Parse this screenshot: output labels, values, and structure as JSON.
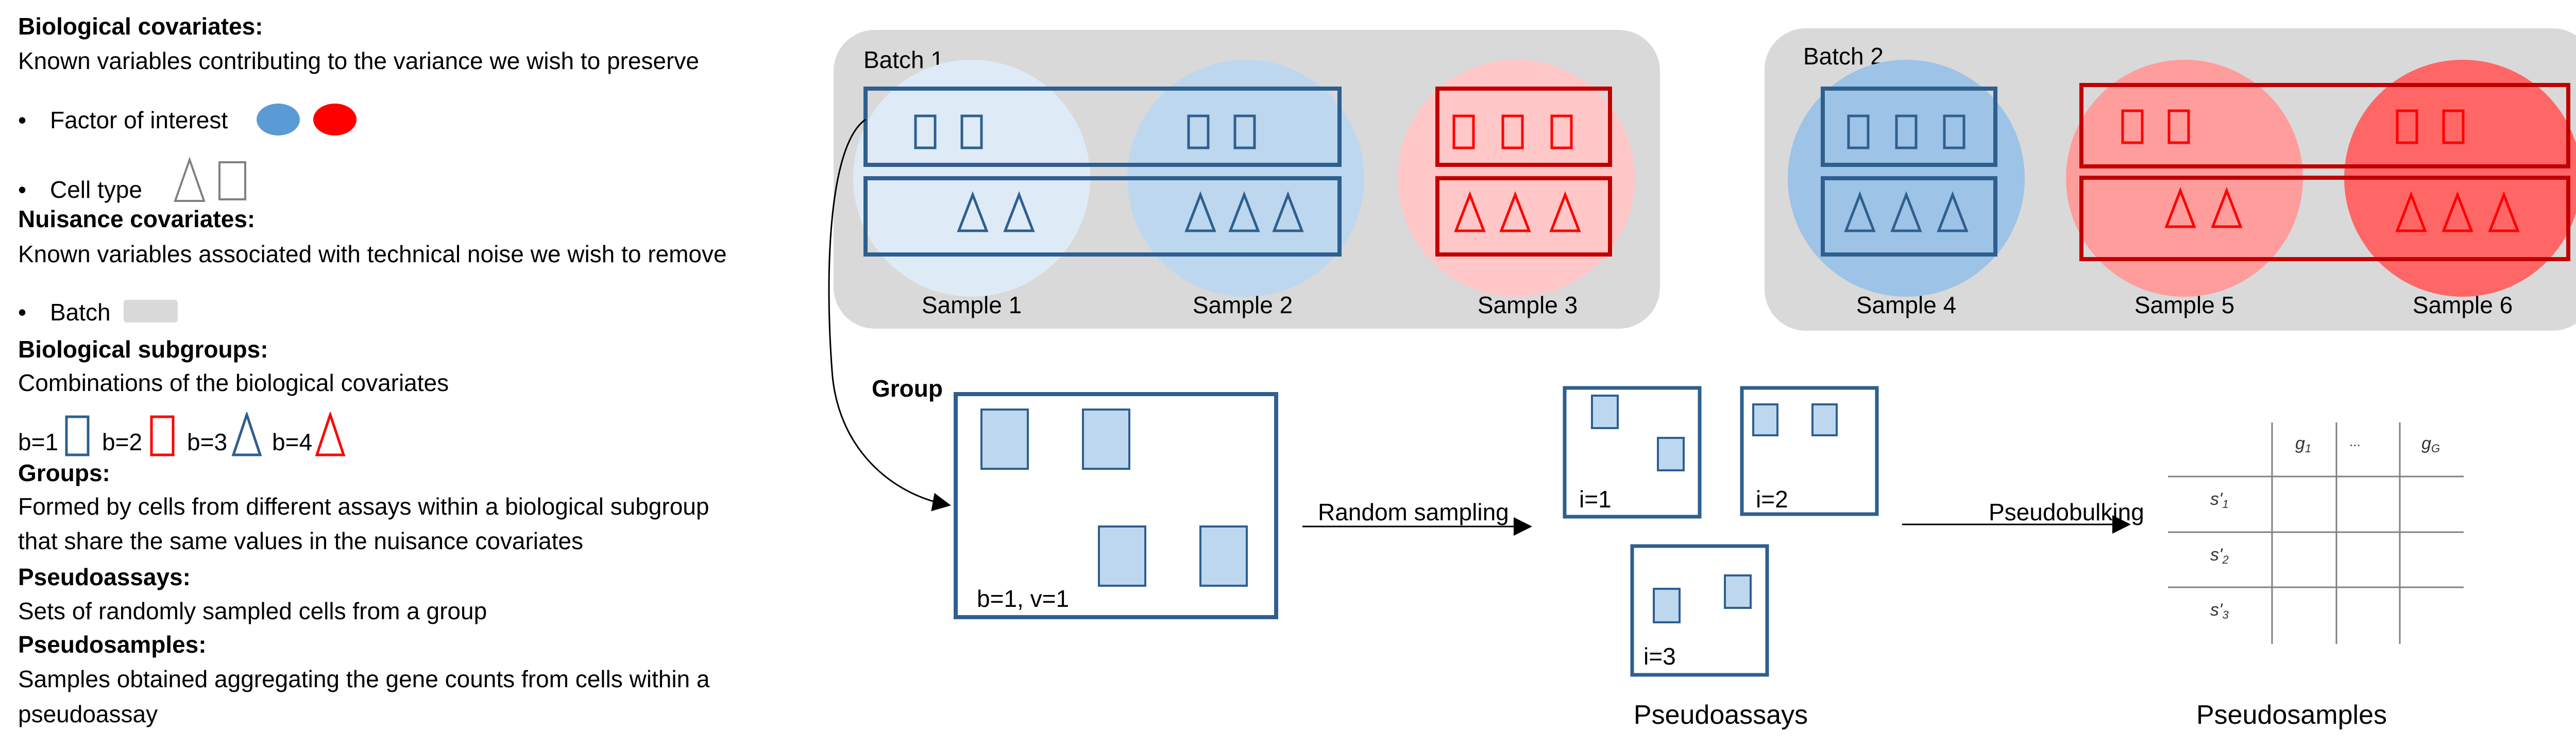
{
  "legend": {
    "bio_cov_title": "Biological covariates:",
    "bio_cov_desc": "Known variables contributing to the variance we wish to preserve",
    "factor_label": "Factor of interest",
    "cell_type_label": "Cell type",
    "nuis_title": "Nuisance covariates:",
    "nuis_desc": "Known variables associated with technical noise we wish to remove",
    "batch_label": "Batch",
    "subgroups_title": "Biological subgroups:",
    "subgroups_desc": "Combinations of the biological covariates",
    "b1": "b=1",
    "b2": "b=2",
    "b3": "b=3",
    "b4": "b=4",
    "groups_title": "Groups:",
    "groups_desc1": "Formed by cells from different assays within a biological subgroup",
    "groups_desc2": "that share  the same values in the nuisance covariates",
    "pa_title": "Pseudoassays:",
    "pa_desc": "Sets of randomly sampled cells from a group",
    "ps_title": "Pseudosamples:",
    "ps_desc1": "Samples obtained aggregating the gene counts from cells within a",
    "ps_desc2": "pseudoassay"
  },
  "batches": {
    "batch1": "Batch 1",
    "batch2": "Batch 2"
  },
  "samples": [
    "Sample 1",
    "Sample 2",
    "Sample 3",
    "Sample 4",
    "Sample 5",
    "Sample 6"
  ],
  "group": {
    "title": "Group",
    "label": "b=1, v=1"
  },
  "steps": {
    "sampling": "Random sampling",
    "bulking": "Pseudobulking"
  },
  "pseudoassays": {
    "title": "Pseudoassays",
    "items": [
      "i=1",
      "i=2",
      "i=3"
    ]
  },
  "pseudosamples": {
    "title": "Pseudosamples",
    "col_1": "g",
    "col_1_sub": "1",
    "col_ellipsis": "...",
    "col_G": "g",
    "col_G_sub": "G",
    "row_1": "s'",
    "row_1_sub": "1",
    "row_2": "s'",
    "row_2_sub": "2",
    "row_3": "s'",
    "row_3_sub": "3"
  },
  "colors": {
    "blue": "#5b9bd5",
    "blue_dark": "#2e5f8f",
    "red": "#ff0000",
    "red_dark": "#c00000",
    "gray": "#d9d9d9",
    "square_fill": "#bdd7ee"
  }
}
